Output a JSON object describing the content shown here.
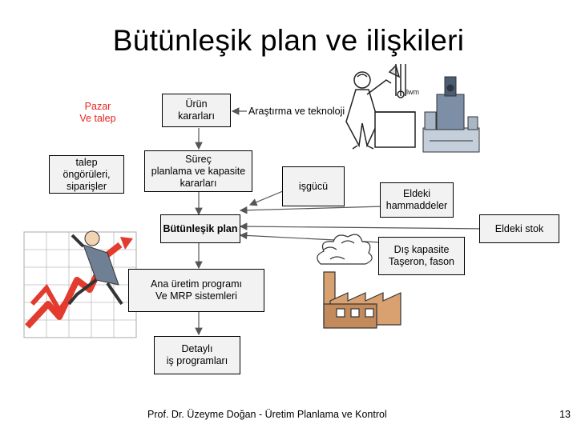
{
  "title": "Bütünleşik plan ve ilişkileri",
  "nodes": {
    "pazar": "Pazar\nVe talep",
    "talep": "talep\nöngörüleri,\nsiparişler",
    "urun": "Ürün\nkararları",
    "arastirma": "Araştırma ve teknoloji",
    "surec": "Süreç\nplanlama ve kapasite\nkararları",
    "isgucu": "işgücü",
    "hammadde": "Eldeki\nhammaddeler",
    "stok": "Eldeki stok",
    "butunlesik": "Bütünleşik plan",
    "dis_kapasite": "Dış kapasite\nTaşeron, fason",
    "ana_uretim": "Ana üretim programı\nVe MRP sistemleri",
    "detayli": "Detaylı\niş programları"
  },
  "footer": "Prof. Dr. Üzeyme Doğan - Üretim Planlama ve Kontrol",
  "page_number": "13"
}
